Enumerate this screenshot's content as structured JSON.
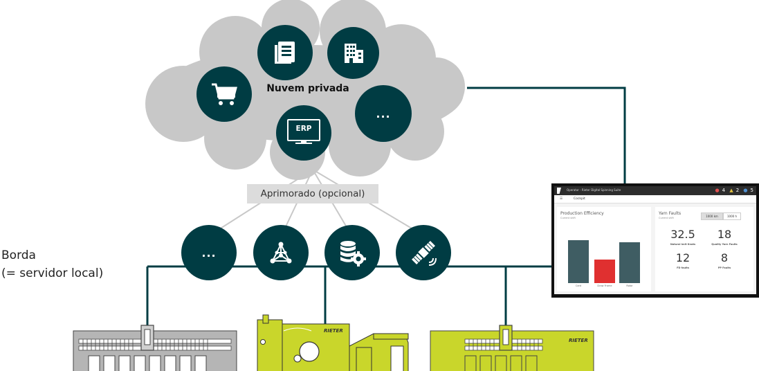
{
  "cloud": {
    "title": "Nuvem privada",
    "services": [
      {
        "icon": "document-list-icon"
      },
      {
        "icon": "building-icon"
      },
      {
        "icon": "shopping-cart-icon"
      },
      {
        "icon": "more-icon",
        "label": "..."
      },
      {
        "icon": "erp-monitor-icon",
        "label": "ERP"
      }
    ]
  },
  "optional_label": "Aprimorado (opcional)",
  "edge": {
    "line1": "Borda",
    "line2": "(= servidor local)",
    "services": [
      {
        "icon": "more-icon",
        "label": "..."
      },
      {
        "icon": "network-nodes-icon"
      },
      {
        "icon": "database-gear-icon"
      },
      {
        "icon": "satellite-icon"
      }
    ]
  },
  "dashboard": {
    "window_title": "Operator - Rieter Digital Spinning Suite",
    "status_counts": [
      "4",
      "2",
      "5"
    ],
    "tabs": [
      "☰",
      "Cockpit"
    ],
    "production_efficiency": {
      "title": "Production Efficiency",
      "subtitle": "Current shift",
      "bars": [
        {
          "label": "Card",
          "value": 100
        },
        {
          "label": "Draw Frame",
          "value": 55
        },
        {
          "label": "Rotor",
          "value": 98
        }
      ]
    },
    "yarn_faults": {
      "title": "Yarn Faults",
      "subtitle": "Current shift",
      "buttons": [
        "1000 km",
        "1000 h"
      ],
      "metrics": [
        {
          "value": "32.5",
          "label": "Natural knit Knots"
        },
        {
          "value": "18",
          "label": "Quality Yarn Faults"
        },
        {
          "value": "12",
          "label": "FD faults"
        },
        {
          "value": "8",
          "label": "PP Faults"
        }
      ]
    }
  },
  "machines": [
    {
      "brand": "",
      "color": "gray"
    },
    {
      "brand": "RIETER",
      "color": "lime"
    },
    {
      "brand": "RIETER",
      "color": "lime"
    }
  ],
  "colors": {
    "dark_teal": "#003c43",
    "cloud_gray": "#c8c8c8",
    "lime": "#c9d62b",
    "red_bar": "#e03030",
    "teal_bar": "#3f5d63"
  }
}
